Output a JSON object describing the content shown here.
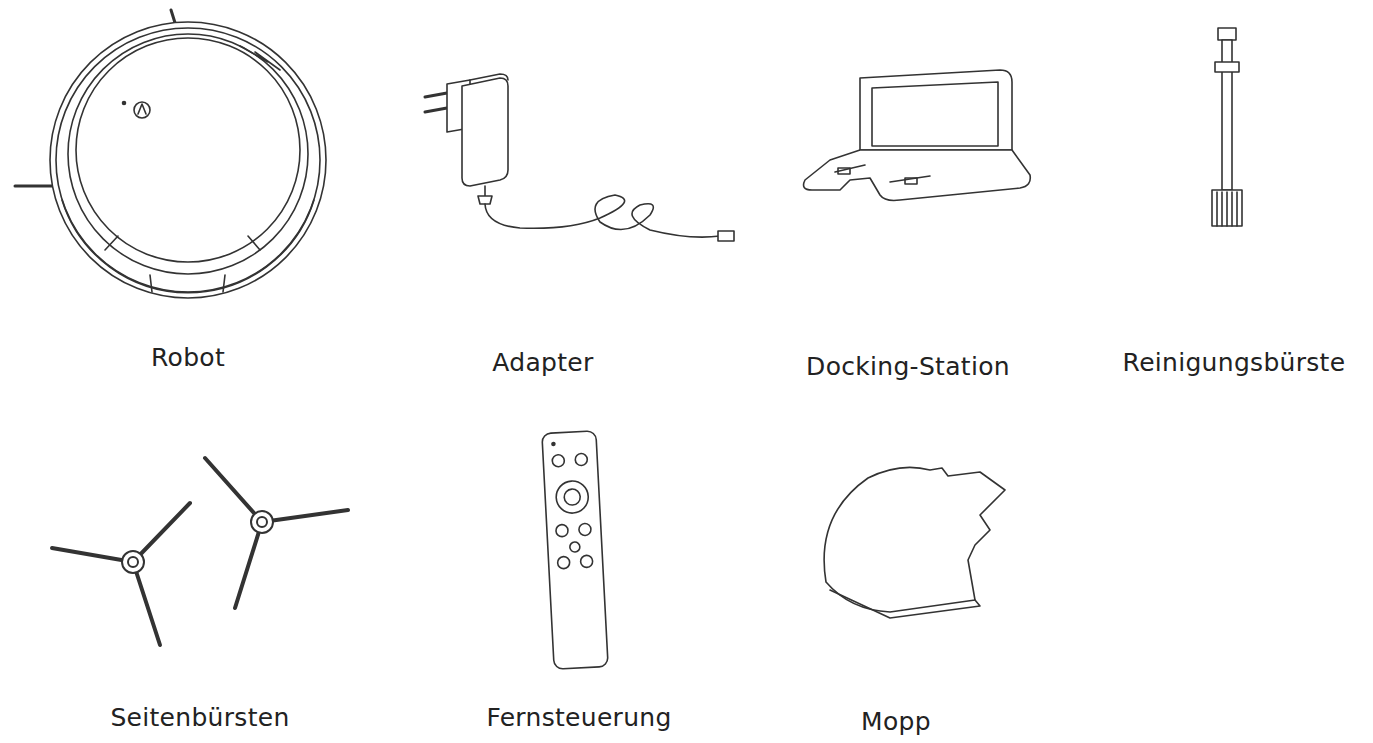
{
  "diagram": {
    "labels": [
      "Robot",
      "Adapter",
      "Docking-Station",
      "Reinigungsbürste",
      "Seitenbürsten",
      "Fernsteuerung",
      "Mopp"
    ]
  }
}
